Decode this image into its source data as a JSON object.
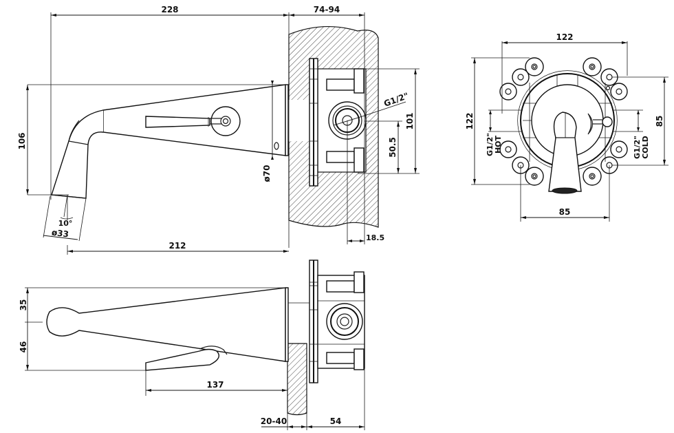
{
  "drawing": {
    "title": "Wall-mounted basin mixer – dimensional drawing",
    "colors": {
      "line": "#111111",
      "background": "#ffffff",
      "hatch": "#333333"
    }
  },
  "side_view": {
    "dims": {
      "overall_length": "228",
      "wall_depth": "74-94",
      "height": "106",
      "rosette_diameter": "ø70",
      "outlet_diameter": "ø33",
      "tilt_angle": "10°",
      "spout_projection": "212",
      "inlet_spacing": "101",
      "inlet_half": "50.5",
      "thread": "G1/2\"",
      "body_offset": "18.5"
    }
  },
  "top_view": {
    "dims": {
      "upper_width": "35",
      "lower_width": "46",
      "lever_length": "137",
      "wall_thickness": "20-40",
      "box_depth": "54"
    }
  },
  "front_view": {
    "dims": {
      "width": "122",
      "height": "122",
      "hole_spacing_v": "85",
      "hole_spacing_h": "85"
    },
    "labels": {
      "hot_thread": "G1/2\"",
      "hot": "HOT",
      "cold_thread": "G1/2\"",
      "cold": "COLD"
    }
  }
}
